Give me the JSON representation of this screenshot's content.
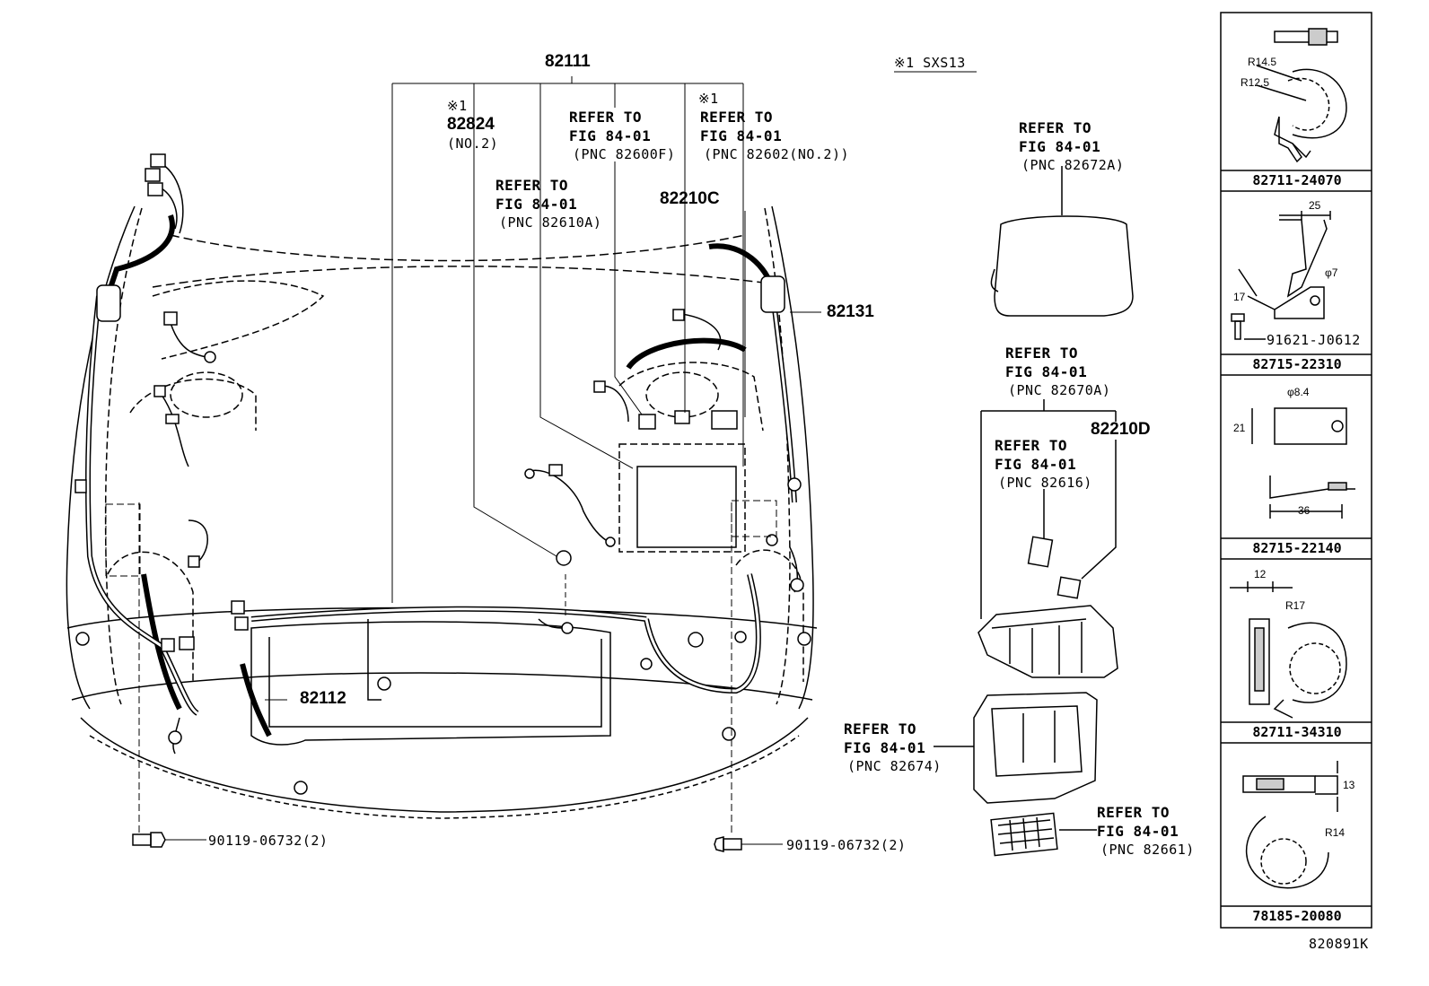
{
  "parts": {
    "p82111": "82111",
    "p82824_note": "※1",
    "p82824": "82824",
    "p82824_sub": "(NO.2)",
    "p82210C": "82210C",
    "p82131": "82131",
    "p82112": "82112",
    "p82210D": "82210D",
    "bolt_left": "90119-06732(2)",
    "bolt_right": "90119-06732(2)",
    "note": "※1 SXS13",
    "figure_code": "820891K"
  },
  "refs": {
    "r1": {
      "line1": "REFER TO",
      "line2": "FIG 84-01",
      "line3": "(PNC 82600F)"
    },
    "r2_note": "※1",
    "r2": {
      "line1": "REFER TO",
      "line2": "FIG 84-01",
      "line3": "(PNC 82602(NO.2))"
    },
    "r3": {
      "line1": "REFER TO",
      "line2": "FIG 84-01",
      "line3": "(PNC 82610A)"
    },
    "r4": {
      "line1": "REFER TO",
      "line2": "FIG 84-01",
      "line3": "(PNC 82672A)"
    },
    "r5": {
      "line1": "REFER TO",
      "line2": "FIG 84-01",
      "line3": "(PNC 82670A)"
    },
    "r6": {
      "line1": "REFER TO",
      "line2": "FIG 84-01",
      "line3": "(PNC 82616)"
    },
    "r7": {
      "line1": "REFER TO",
      "line2": "FIG 84-01",
      "line3": "(PNC 82674)"
    },
    "r8": {
      "line1": "REFER TO",
      "line2": "FIG 84-01",
      "line3": "(PNC 82661)"
    }
  },
  "sidebar": {
    "c1": {
      "pn": "82711-24070",
      "d1": "R14.5",
      "d2": "R12.5"
    },
    "c2": {
      "pn": "82715-22310",
      "d1": "25",
      "d2": "φ7",
      "d3": "17",
      "bolt": "91621-J0612"
    },
    "c3": {
      "pn": "82715-22140",
      "d1": "φ8.4",
      "d2": "21",
      "d3": "36"
    },
    "c4": {
      "pn": "82711-34310",
      "d1": "12",
      "d2": "R17"
    },
    "c5": {
      "pn": "78185-20080",
      "d1": "13",
      "d2": "R14"
    }
  }
}
